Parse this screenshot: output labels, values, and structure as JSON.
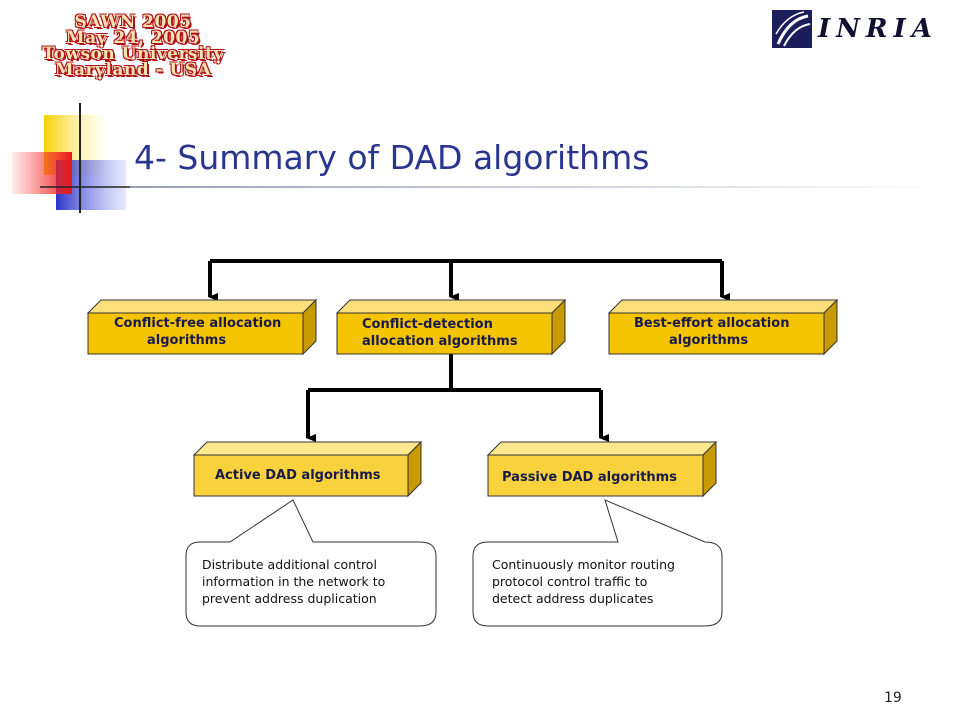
{
  "header": {
    "conference_lines": [
      "SAWN 2005",
      "May 24, 2005",
      "Towson University",
      "Maryland - USA"
    ],
    "logo_text": "INRIA"
  },
  "slide": {
    "title": "4- Summary of DAD algorithms",
    "page_number": "19"
  },
  "diagram": {
    "top_boxes": [
      {
        "line1": "Conflict-free allocation",
        "line2": "algorithms"
      },
      {
        "line1": "Conflict-detection",
        "line2": "allocation algorithms"
      },
      {
        "line1": "Best-effort allocation",
        "line2": "algorithms"
      }
    ],
    "sub_boxes": [
      {
        "label": "Active DAD algorithms"
      },
      {
        "label": "Passive DAD algorithms"
      }
    ],
    "notes": [
      {
        "line1": "Distribute additional control",
        "line2": "information in the network to",
        "line3": "prevent address duplication"
      },
      {
        "line1": "Continuously monitor routing",
        "line2": "protocol control traffic to",
        "line3": "detect address duplicates"
      }
    ],
    "colors": {
      "box_fill": "#f5c400",
      "box_side": "#c79a00",
      "box_top": "#fbe07a",
      "sub_fill": "#f7d23c",
      "arrow": "#000000"
    }
  }
}
